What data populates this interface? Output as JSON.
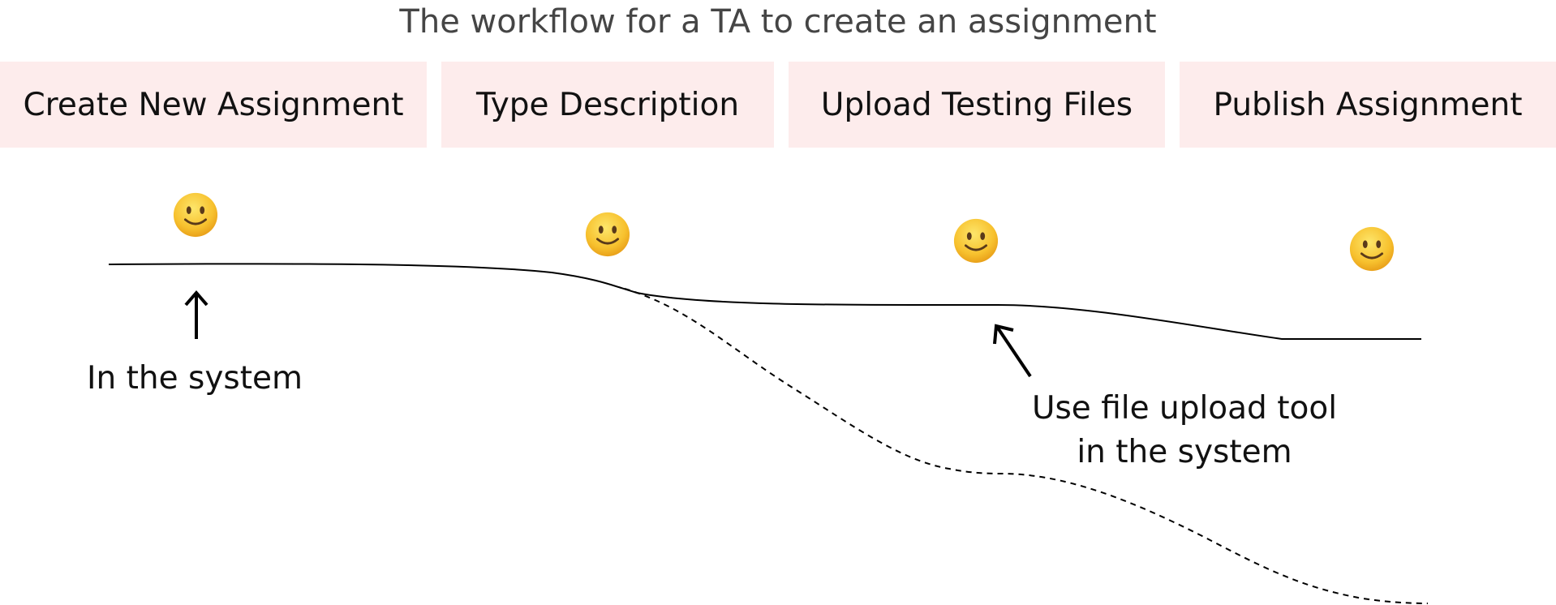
{
  "title": "The workflow for a TA to create an assignment",
  "stages": [
    {
      "label": "Create New Assignment"
    },
    {
      "label": "Type Description"
    },
    {
      "label": "Upload Testing Files"
    },
    {
      "label": "Publish Assignment"
    }
  ],
  "emotions": [
    {
      "icon": "smiling-face-icon"
    },
    {
      "icon": "smiling-face-icon"
    },
    {
      "icon": "smiling-face-icon"
    },
    {
      "icon": "smiling-face-icon"
    }
  ],
  "annotations": [
    {
      "lines": [
        "In the system"
      ]
    },
    {
      "lines": [
        "Use file upload tool",
        "in the system"
      ]
    }
  ],
  "colors": {
    "stage_background": "#fdecec",
    "face_yellow": "#f7c12e",
    "line": "#000000",
    "title_text": "#454545"
  }
}
